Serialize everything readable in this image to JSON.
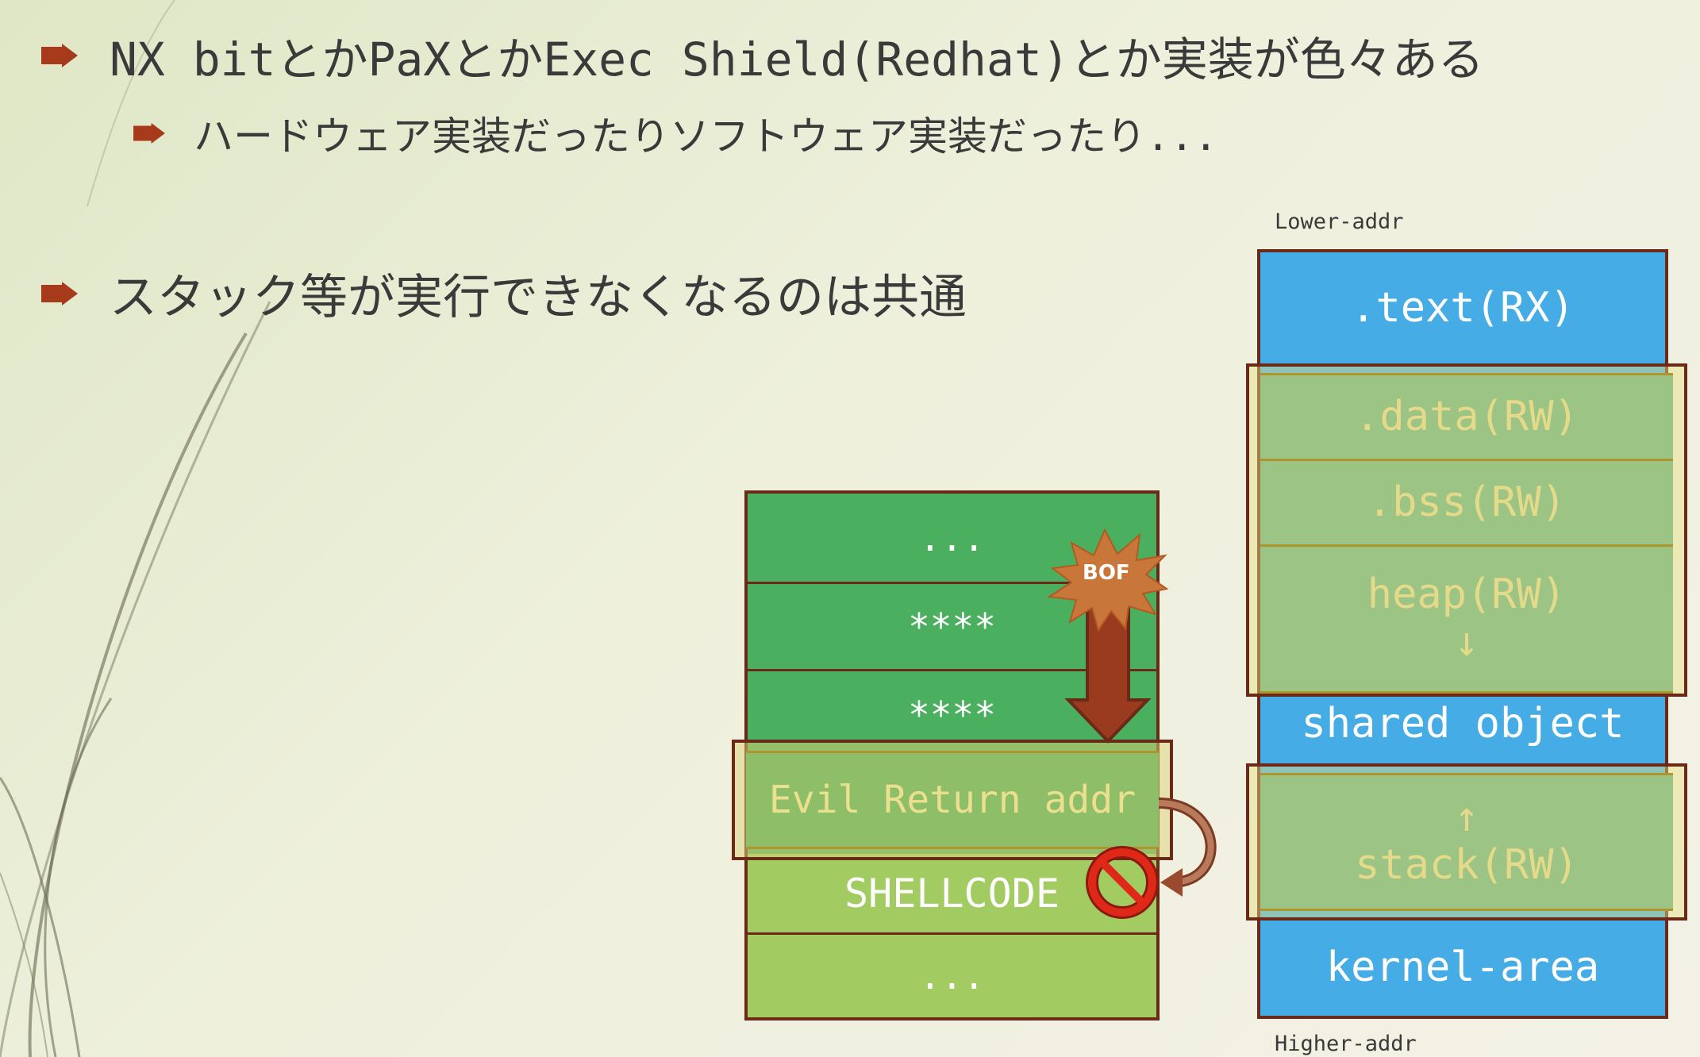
{
  "bullets": {
    "line1": "NX bitとかPaXとかExec Shield(Redhat)とか実装が色々ある",
    "line2": "ハードウェア実装だったりソフトウェア実装だったり...",
    "line3": "スタック等が実行できなくなるのは共通"
  },
  "memory_map": {
    "lower_addr_label": "Lower-addr",
    "higher_addr_label": "Higher-addr",
    "text": ".text(RX)",
    "data": ".data(RW)",
    "bss": ".bss(RW)",
    "heap": "heap(RW)",
    "heap_arrow": "↓",
    "shared_object": "shared object",
    "stack_arrow": "↑",
    "stack": "stack(RW)",
    "kernel": "kernel-area"
  },
  "stack_diagram": {
    "row1": "...",
    "row2": "****",
    "row3": "****",
    "evil": "Evil Return addr",
    "shellcode": "SHELLCODE",
    "row_last": "...",
    "bof_label": "BOF"
  },
  "colors": {
    "bullet_arrow": "#a83a1c",
    "memory_blue": "#45ace6",
    "stack_green": "#4aaf5f",
    "shellcode_green": "#a2cb62",
    "border_brown": "#6b2a18",
    "rw_text": "#e5d98a"
  },
  "icons": {
    "bullet": "arrow-bullet-icon",
    "bof": "explosion-icon",
    "down_arrow": "down-arrow-icon",
    "prohibit": "prohibited-icon",
    "curved_arrow": "curved-arrow-icon"
  }
}
